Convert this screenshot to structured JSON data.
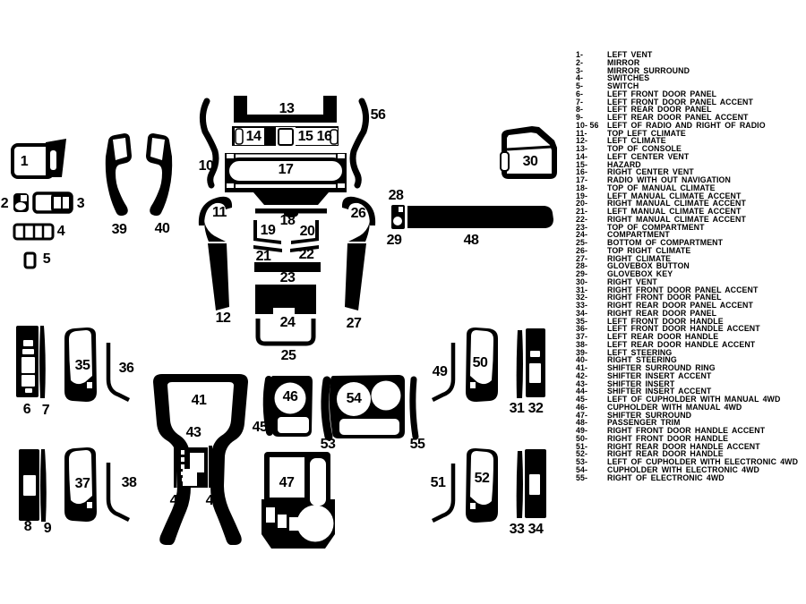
{
  "colors": {
    "ink": "#000000",
    "paper": "#ffffff"
  },
  "diagram": {
    "labels": {
      "p1": "1",
      "p2": "2",
      "p3": "3",
      "p4": "4",
      "p5": "5",
      "p6": "6",
      "p7": "7",
      "p8": "8",
      "p9": "9",
      "p10": "10",
      "p11": "11",
      "p12": "12",
      "p13": "13",
      "p14": "14",
      "p15": "15",
      "p16": "16",
      "p17": "17",
      "p18": "18",
      "p19": "19",
      "p20": "20",
      "p21": "21",
      "p22": "22",
      "p23": "23",
      "p24": "24",
      "p25": "25",
      "p26": "26",
      "p27": "27",
      "p28": "28",
      "p29": "29",
      "p30": "30",
      "p31": "31",
      "p32": "32",
      "p33": "33",
      "p34": "34",
      "p35": "35",
      "p36": "36",
      "p37": "37",
      "p38": "38",
      "p39": "39",
      "p40": "40",
      "p41": "41",
      "p42": "42",
      "p43": "43",
      "p44": "44",
      "p45": "45",
      "p46": "46",
      "p47": "47",
      "p48": "48",
      "p49": "49",
      "p50": "50",
      "p51": "51",
      "p52": "52",
      "p53": "53",
      "p54": "54",
      "p55": "55",
      "p56": "56"
    }
  },
  "legend": {
    "items": [
      {
        "num": "1-",
        "label": "LEFT VENT"
      },
      {
        "num": "2-",
        "label": "MIRROR"
      },
      {
        "num": "3-",
        "label": "MIRROR SURROUND"
      },
      {
        "num": "4-",
        "label": "SWITCHES"
      },
      {
        "num": "5-",
        "label": "SWITCH"
      },
      {
        "num": "6-",
        "label": "LEFT FRONT DOOR PANEL"
      },
      {
        "num": "7-",
        "label": "LEFT FRONT DOOR PANEL ACCENT"
      },
      {
        "num": "8-",
        "label": "LEFT REAR DOOR PANEL"
      },
      {
        "num": "9-",
        "label": "LEFT REAR DOOR PANEL ACCENT"
      },
      {
        "num": "10- 56",
        "label": "LEFT OF RADIO AND RIGHT OF RADIO"
      },
      {
        "num": "11-",
        "label": "TOP LEFT CLIMATE"
      },
      {
        "num": "12-",
        "label": "LEFT CLIMATE"
      },
      {
        "num": "13-",
        "label": "TOP OF CONSOLE"
      },
      {
        "num": "14-",
        "label": "LEFT CENTER VENT"
      },
      {
        "num": "15-",
        "label": "HAZARD"
      },
      {
        "num": "16-",
        "label": "RIGHT CENTER VENT"
      },
      {
        "num": "17-",
        "label": "RADIO WITH OUT NAVIGATION"
      },
      {
        "num": "18-",
        "label": "TOP OF MANUAL CLIMATE"
      },
      {
        "num": "19-",
        "label": "LEFT MANUAL CLIMATE ACCENT"
      },
      {
        "num": "20-",
        "label": "RIGHT MANUAL CLIMATE ACCENT"
      },
      {
        "num": "21-",
        "label": "LEFT MANUAL CLIMATE ACCENT"
      },
      {
        "num": "22-",
        "label": "RIGHT MANUAL CLIMATE ACCENT"
      },
      {
        "num": "23-",
        "label": "TOP OF COMPARTMENT"
      },
      {
        "num": "24-",
        "label": "COMPARTMENT"
      },
      {
        "num": "25-",
        "label": "BOTTOM OF COMPARTMENT"
      },
      {
        "num": "26-",
        "label": "TOP RIGHT CLIMATE"
      },
      {
        "num": "27-",
        "label": "RIGHT CLIMATE"
      },
      {
        "num": "28-",
        "label": "GLOVEBOX BUTTON"
      },
      {
        "num": "29-",
        "label": "GLOVEBOX KEY"
      },
      {
        "num": "30-",
        "label": "RIGHT VENT"
      },
      {
        "num": "31-",
        "label": "RIGHT FRONT DOOR PANEL ACCENT"
      },
      {
        "num": "32-",
        "label": "RIGHT FRONT DOOR PANEL"
      },
      {
        "num": "33-",
        "label": "RIGHT REAR DOOR PANEL ACCENT"
      },
      {
        "num": "34-",
        "label": "RIGHT REAR DOOR PANEL"
      },
      {
        "num": "35-",
        "label": "LEFT FRONT DOOR HANDLE"
      },
      {
        "num": "36-",
        "label": "LEFT FRONT DOOR HANDLE ACCENT"
      },
      {
        "num": "37-",
        "label": "LEFT REAR DOOR HANDLE"
      },
      {
        "num": "38-",
        "label": "LEFT REAR DOOR HANDLE ACCENT"
      },
      {
        "num": "39-",
        "label": "LEFT STEERING"
      },
      {
        "num": "40-",
        "label": "RIGHT STEERING"
      },
      {
        "num": "41-",
        "label": "SHIFTER SURROUND RING"
      },
      {
        "num": "42-",
        "label": "SHIFTER INSERT ACCENT"
      },
      {
        "num": "43-",
        "label": "SHIFTER INSERT"
      },
      {
        "num": "44-",
        "label": "SHIFTER INSERT ACCENT"
      },
      {
        "num": "45-",
        "label": "LEFT OF CUPHOLDER WITH MANUAL 4WD"
      },
      {
        "num": "46-",
        "label": "CUPHOLDER WITH MANUAL 4WD"
      },
      {
        "num": "47-",
        "label": "SHIFTER SURROUND"
      },
      {
        "num": "48-",
        "label": "PASSENGER  TRIM"
      },
      {
        "num": "49-",
        "label": "RIGHT FRONT DOOR HANDLE ACCENT"
      },
      {
        "num": "50-",
        "label": "RIGHT FRONT DOOR HANDLE"
      },
      {
        "num": "51-",
        "label": "RIGHT REAR DOOR HANDLE ACCENT"
      },
      {
        "num": "52-",
        "label": "RIGHT REAR DOOR HANDLE"
      },
      {
        "num": "53-",
        "label": "LEFT OF CUPHOLDER WITH ELECTRONIC 4WD"
      },
      {
        "num": "54-",
        "label": "CUPHOLDER WITH ELECTRONIC 4WD"
      },
      {
        "num": "55-",
        "label": "RIGHT OF ELECTRONIC 4WD"
      }
    ]
  }
}
